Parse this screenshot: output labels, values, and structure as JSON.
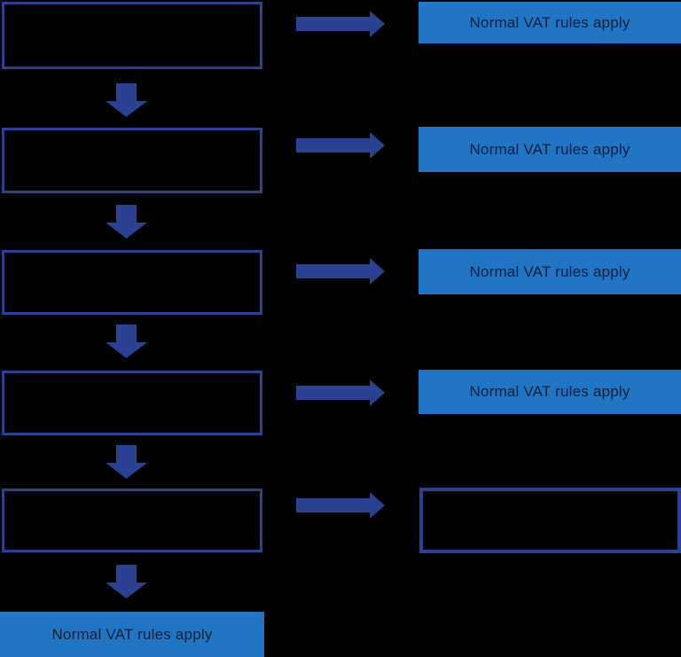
{
  "diagram": {
    "kind": "flowchart",
    "description_visible_text_only": true,
    "colors": {
      "background": "#000000",
      "outline_blue": "#2a4291",
      "arrow_blue": "#2a4291",
      "fill_blue": "#2274c4",
      "text_dark": "#0f1e3a"
    },
    "icons": {
      "down_arrow": "▼",
      "right_arrow": "➜"
    },
    "rows": [
      {
        "step_label": "",
        "outcome_label": "Normal VAT rules apply",
        "outcome_style": "filled"
      },
      {
        "step_label": "",
        "outcome_label": "Normal VAT rules apply",
        "outcome_style": "filled"
      },
      {
        "step_label": "",
        "outcome_label": "Normal VAT rules apply",
        "outcome_style": "filled"
      },
      {
        "step_label": "",
        "outcome_label": "Normal VAT rules apply",
        "outcome_style": "filled"
      },
      {
        "step_label": "",
        "outcome_label": "",
        "outcome_style": "outlined"
      }
    ],
    "final_outcome": {
      "label": "Normal VAT rules apply"
    }
  }
}
